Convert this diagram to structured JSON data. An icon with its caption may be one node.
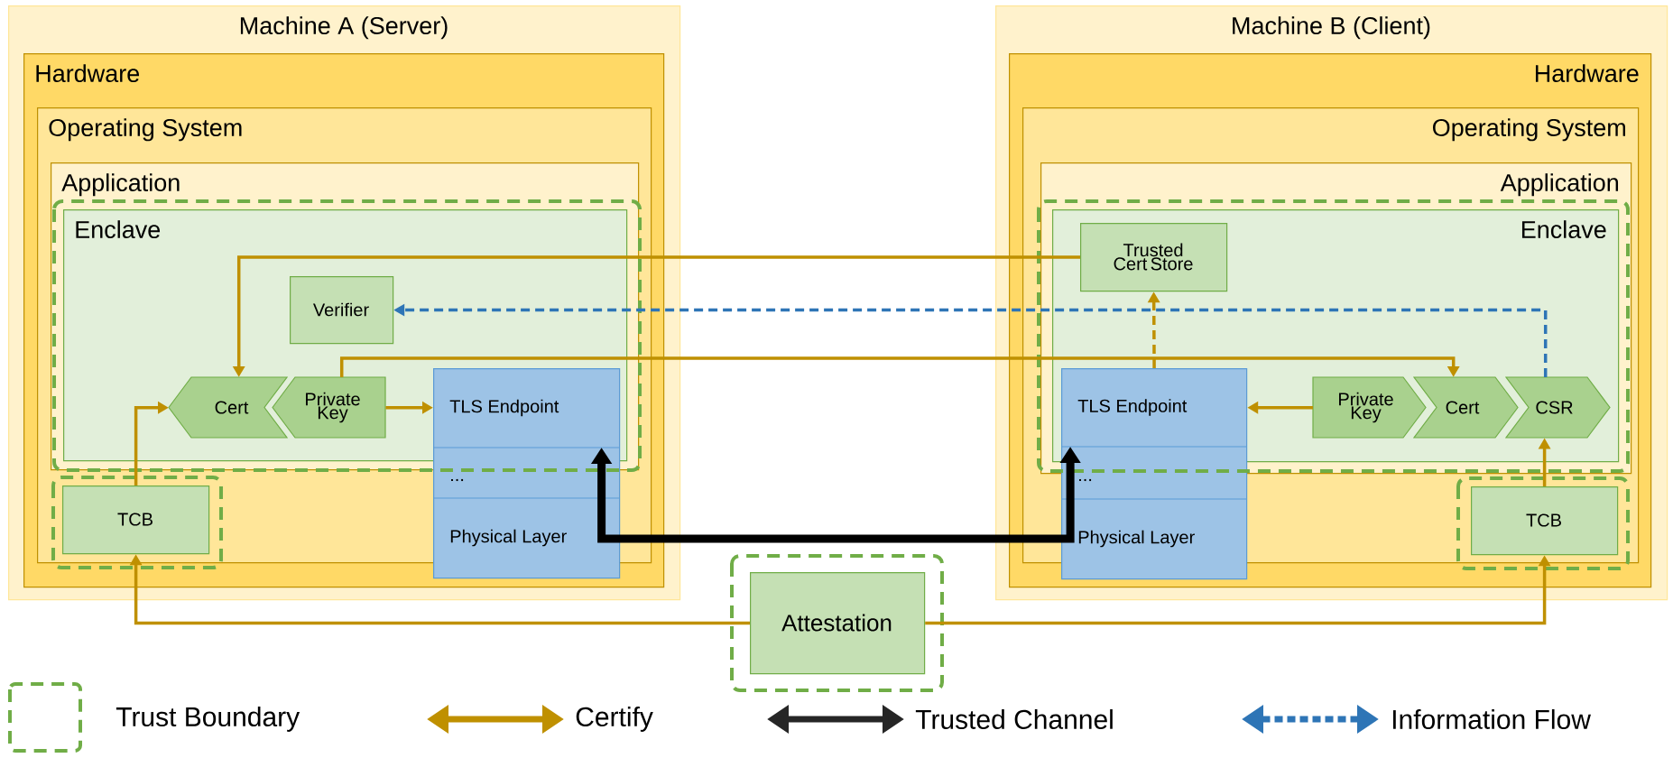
{
  "diagram": {
    "nodes": [
      {
        "text": [
          "Machine A (Server)"
        ]
      },
      {
        "text": [
          "Hardware"
        ],
        "in": 0
      },
      {
        "text": [
          "Operating System"
        ],
        "in": 1
      },
      {
        "text": [
          "Application"
        ],
        "in": 2
      },
      {
        "text": [
          "Enclave"
        ],
        "in": 3
      },
      {
        "text": [
          "Verifier"
        ],
        "in": 4
      },
      {
        "text": [
          "Cert"
        ],
        "in": 4
      },
      {
        "text": [
          "Private Key"
        ],
        "in": 4
      },
      {
        "text": [
          "TLS Endpoint",
          "...",
          "Physical Layer"
        ],
        "in": 1
      },
      {
        "text": [
          "TCB"
        ],
        "in": 2
      },
      {
        "text": [
          "Machine B (Client)"
        ]
      },
      {
        "text": [
          "Hardware"
        ],
        "in": 10
      },
      {
        "text": [
          "Operating System"
        ],
        "in": 11
      },
      {
        "text": [
          "Application"
        ],
        "in": 12
      },
      {
        "text": [
          "Enclave"
        ],
        "in": 13
      },
      {
        "text": [
          "Trusted Cert Store"
        ],
        "in": 14
      },
      {
        "text": [
          "TLS Endpoint",
          "...",
          "Physical Layer"
        ],
        "in": 11
      },
      {
        "text": [
          "Private Key"
        ],
        "in": 14
      },
      {
        "text": [
          "Cert"
        ],
        "in": 14
      },
      {
        "text": [
          "CSR"
        ],
        "in": 14
      },
      {
        "text": [
          "TCB"
        ],
        "in": 12
      },
      {
        "text": [
          "Attestation"
        ]
      }
    ],
    "edges": [
      {
        "from": 15,
        "to": 6,
        "arrow": "to"
      },
      {
        "from": 7,
        "to": 18,
        "arrow": "to"
      },
      {
        "from": 7,
        "to": 8,
        "arrow": "to"
      },
      {
        "from": 9,
        "to": 6,
        "arrow": "to"
      },
      {
        "from": 19,
        "to": 5,
        "arrow": "to",
        "style": "dashed",
        "color": "#2e75b6"
      },
      {
        "from": 16,
        "to": 15,
        "arrow": "to",
        "style": "dashed"
      },
      {
        "from": 17,
        "to": 16,
        "arrow": "to"
      },
      {
        "from": 20,
        "to": 19,
        "arrow": "to"
      },
      {
        "from": 21,
        "to": 9,
        "arrow": "to"
      },
      {
        "from": 21,
        "to": 20,
        "arrow": "to"
      },
      {
        "from": 8,
        "to": 16,
        "arrow": "both",
        "style": "thick",
        "color": "#000000"
      }
    ],
    "legend": [
      {
        "text": "Trust Boundary"
      },
      {
        "text": "Certify"
      },
      {
        "text": "Trusted Channel"
      },
      {
        "text": "Information Flow"
      }
    ]
  }
}
